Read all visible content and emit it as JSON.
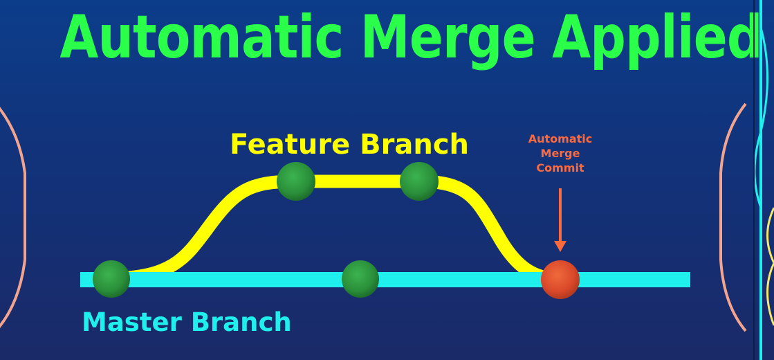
{
  "title": "Automatic Merge Applied",
  "diagram": {
    "feature_branch_label": "Feature Branch",
    "master_branch_label": "Master Branch",
    "merge_annotation": [
      "Automatic",
      "Merge",
      "Commit"
    ]
  },
  "colors": {
    "title": "#2aff4a",
    "feature_line": "#ffff00",
    "master_line": "#1ff0ee",
    "commit_node": "#2e9a3e",
    "merge_node": "#e0502a",
    "annotation": "#ff6a3d"
  }
}
